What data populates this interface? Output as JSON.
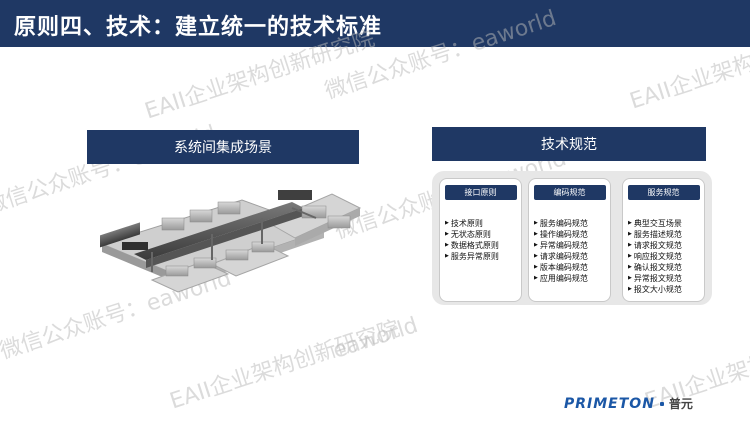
{
  "title": "原则四、技术：建立统一的技术标准",
  "watermarks": {
    "text1": "EAII企业架构创新研究院",
    "text2": "微信公众账号：eaworld",
    "text3": "eaworld"
  },
  "left_panel": {
    "header": "系统间集成场景"
  },
  "right_panel": {
    "header": "技术规范",
    "columns": [
      {
        "title": "接口原则",
        "items": [
          "技术原则",
          "无状态原则",
          "数据格式原则",
          "服务异常原则"
        ]
      },
      {
        "title": "编码规范",
        "items": [
          "服务编码规范",
          "操作编码规范",
          "异常编码规范",
          "请求编码规范",
          "版本编码规范",
          "应用编码规范"
        ]
      },
      {
        "title": "服务规范",
        "items": [
          "典型交互场景",
          "服务描述规范",
          "请求报文规范",
          "响应报文规范",
          "确认报文规范",
          "异常报文规范",
          "报文大小规范"
        ]
      }
    ]
  },
  "logo": {
    "brand": "PRIMETON",
    "cn": "普元"
  }
}
